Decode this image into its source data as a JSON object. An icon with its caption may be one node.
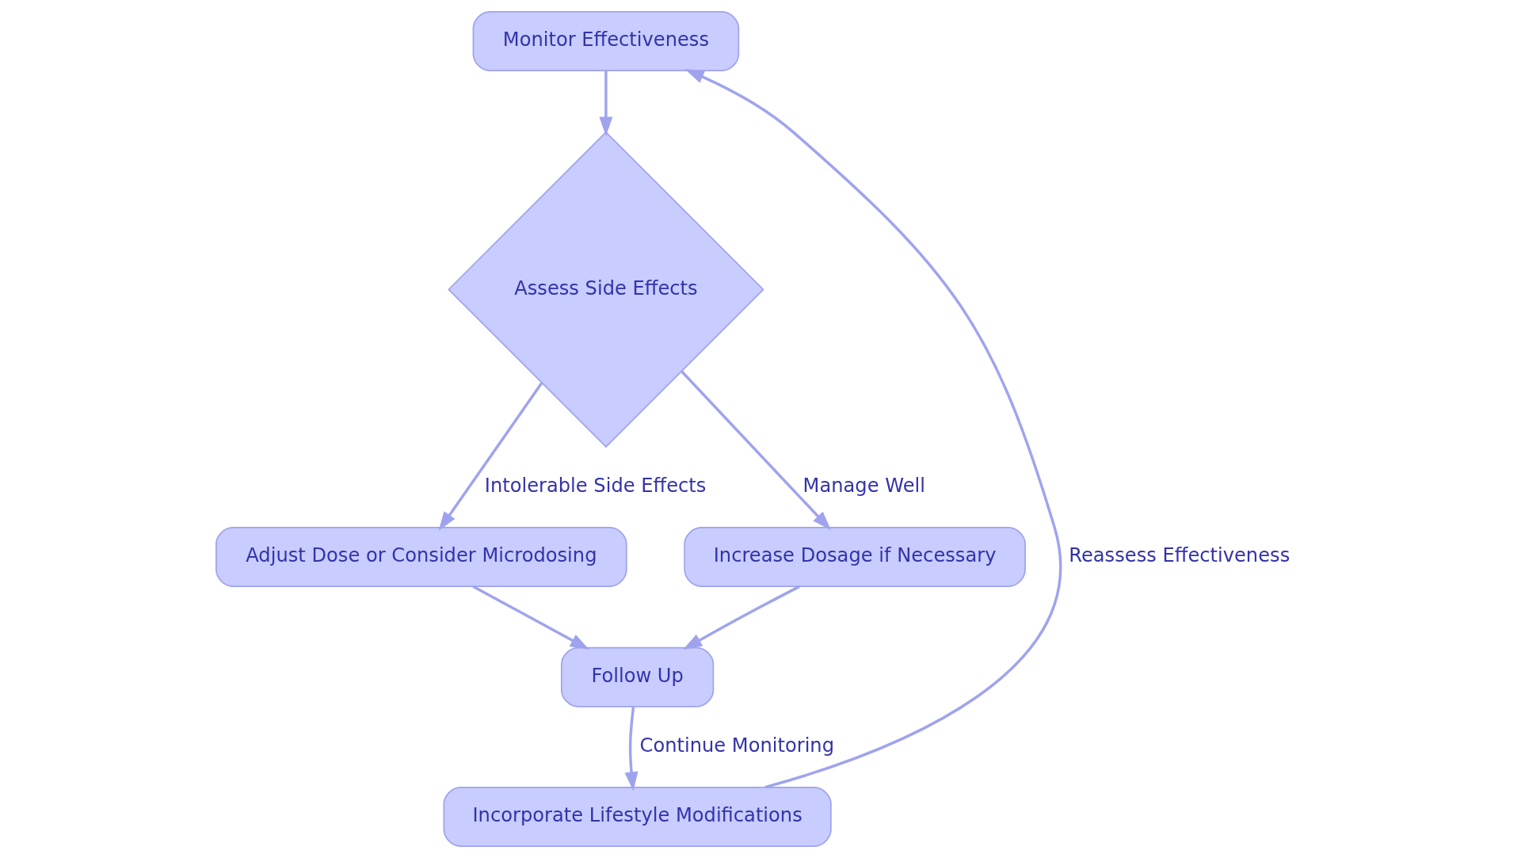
{
  "diagram": {
    "nodes": [
      {
        "text": [
          "Monitor Effectiveness"
        ]
      },
      {
        "text": [
          "Assess Side Effects"
        ]
      },
      {
        "text": [
          "Adjust Dose or Consider Microdosing"
        ]
      },
      {
        "text": [
          "Increase Dosage if Necessary"
        ]
      },
      {
        "text": [
          "Follow Up"
        ]
      },
      {
        "text": [
          "Incorporate Lifestyle Modifications"
        ]
      }
    ],
    "edges": [
      {
        "from": 0,
        "to": 1,
        "arrow": "to"
      },
      {
        "from": 1,
        "to": 2,
        "arrow": "to",
        "label": "Intolerable Side Effects"
      },
      {
        "from": 1,
        "to": 3,
        "arrow": "to",
        "label": "Manage Well"
      },
      {
        "from": 2,
        "to": 4,
        "arrow": "to"
      },
      {
        "from": 3,
        "to": 4,
        "arrow": "to"
      },
      {
        "from": 4,
        "to": 5,
        "arrow": "to",
        "label": "Continue Monitoring"
      },
      {
        "from": 5,
        "to": 0,
        "arrow": "to",
        "label": "Reassess Effectiveness"
      }
    ]
  }
}
